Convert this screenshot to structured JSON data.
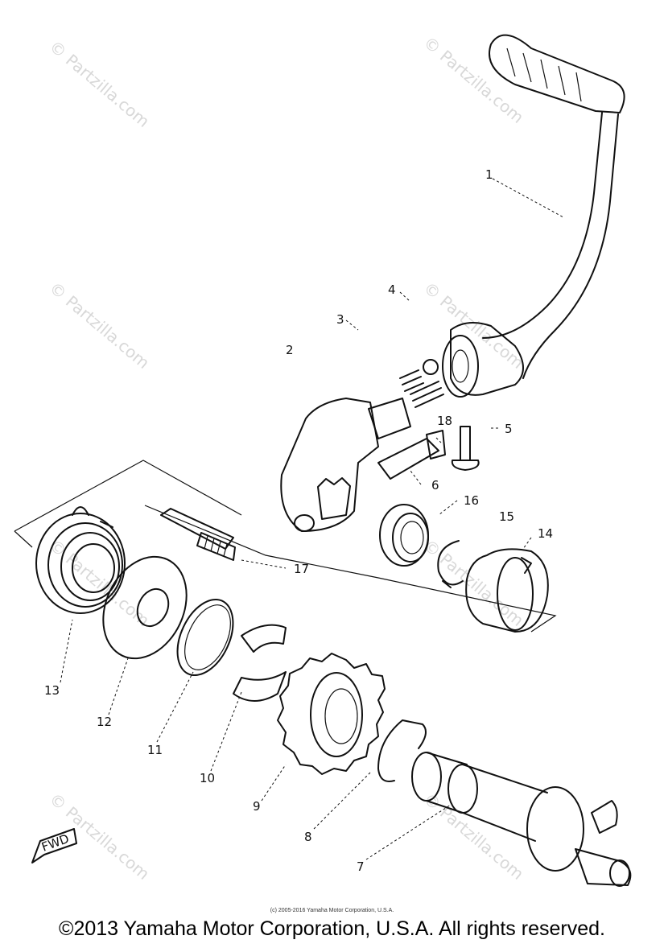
{
  "watermark": {
    "text": "© Partzilla.com"
  },
  "callouts": [
    "1",
    "2",
    "3",
    "4",
    "5",
    "6",
    "7",
    "8",
    "9",
    "10",
    "11",
    "12",
    "13",
    "14",
    "15",
    "16",
    "17",
    "18"
  ],
  "fwd_label": "FWD",
  "credit_small": "(c) 2005-2016 Yamaha Motor Corporation, U.S.A.",
  "footer": "©2013 Yamaha Motor Corporation, U.S.A. All rights reserved."
}
